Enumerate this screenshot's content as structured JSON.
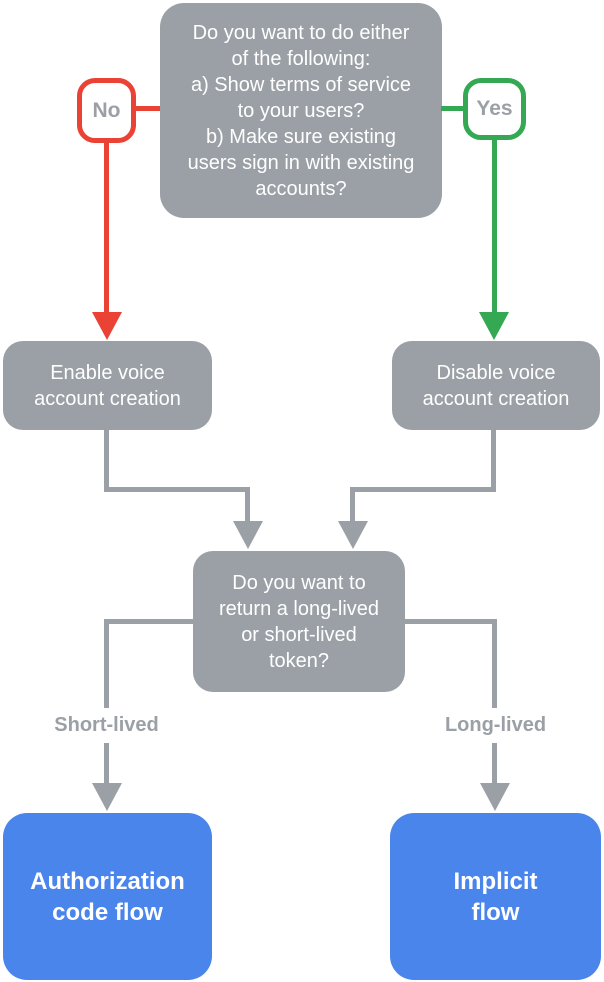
{
  "colors": {
    "gray": "#9AA0A6",
    "red": "#EA4335",
    "green": "#34A853",
    "blue": "#4A85EC",
    "node-text": "#FFFFFF",
    "badge-bg": "#FFFFFF"
  },
  "flowchart": {
    "question_top": "Do you want to do either\nof the following:\na) Show terms of service\nto your users?\nb) Make sure existing\nusers sign in with existing\naccounts?",
    "no_label": "No",
    "yes_label": "Yes",
    "enable_node": "Enable voice\naccount creation",
    "disable_node": "Disable voice\naccount creation",
    "question_token": "Do you want to\nreturn a long-lived\nor short-lived\ntoken?",
    "short_lived_label": "Short-lived",
    "long_lived_label": "Long-lived",
    "auth_node": "Authorization\ncode flow",
    "implicit_node": "Implicit\nflow"
  }
}
